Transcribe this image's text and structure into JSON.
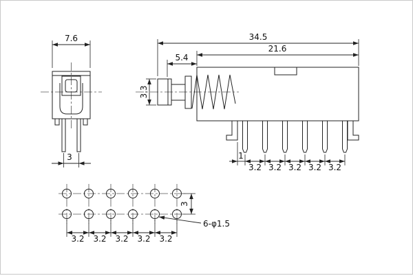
{
  "drawing": {
    "colors": {
      "line": "#222222",
      "background": "#ffffff",
      "centerline": "#555555"
    },
    "front_view": {
      "width_label": "7.6",
      "pin_pitch_label": "3"
    },
    "side_view": {
      "total_length_label": "34.5",
      "body_length_label": "21.6",
      "plunger_length_label": "5.4",
      "plunger_height_label": "3.3",
      "first_pin_offset_label": "1",
      "pin_pitch_labels": [
        "3.2",
        "3.2",
        "3.2",
        "3.2",
        "3.2"
      ]
    },
    "hole_pattern": {
      "row_pitch_label": "3",
      "hole_pitch_labels": [
        "3.2",
        "3.2",
        "3.2",
        "3.2",
        "3.2"
      ],
      "hole_callout_label": "6-φ1.5"
    }
  }
}
